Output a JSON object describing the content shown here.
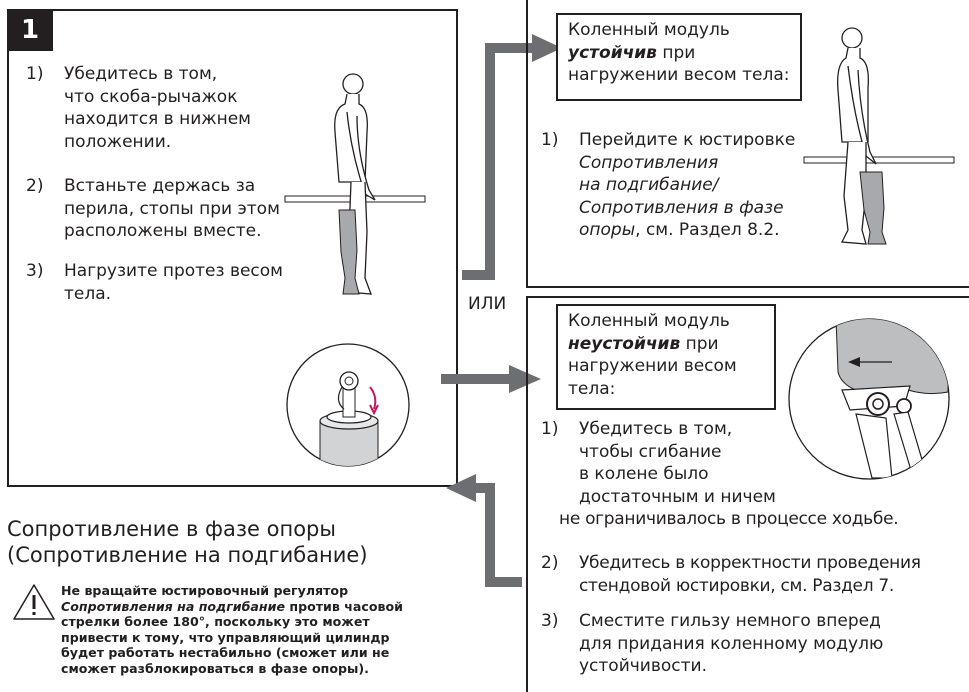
{
  "step_number": "1",
  "left_steps": [
    {
      "num": "1)",
      "lines": [
        "Убедитесь в том,",
        "что скоба-рычажок",
        "находится в нижнем",
        "положении."
      ]
    },
    {
      "num": "2)",
      "lines": [
        "Встаньте держась за",
        "перила, стопы при этом",
        "расположены вместе."
      ]
    },
    {
      "num": "3)",
      "lines": [
        "Нагрузите протез весом",
        "тела."
      ]
    }
  ],
  "stable_box": {
    "line1": "Коленный модуль",
    "bold": "устойчив",
    "line2_rest": " при",
    "line3": "нагружении весом тела:"
  },
  "stable_step": {
    "num": "1)",
    "line1": "Перейдите к юстировке",
    "line2_italic": "Сопротивления",
    "line3_italic": "на подгибание/",
    "line4_italic": "Сопротивления в фазе",
    "line5_italic": "опоры",
    "line5_rest": ", см. Раздел 8.2."
  },
  "or_label": "ИЛИ",
  "unstable_box": {
    "line1": "Коленный модуль",
    "bold": "неустойчив",
    "line2_rest": " при",
    "line3": "нагружении весом",
    "line4": "тела:"
  },
  "unstable_steps": [
    {
      "num": "1)",
      "lines": [
        "Убедитесь в том,",
        "чтобы сгибание",
        "в колене было",
        "достаточным и ничем",
        "не ограничивалось в процессе ходьбе."
      ]
    },
    {
      "num": "2)",
      "lines": [
        "Убедитесь в корректности проведения",
        "стендовой юстировки, см. Раздел 7."
      ]
    },
    {
      "num": "3)",
      "lines": [
        "Сместите гильзу немного вперед",
        "для придания коленному модулю",
        "устойчивости."
      ]
    }
  ],
  "heading": {
    "line1": "Сопротивление в фазе опоры",
    "line2": "(Сопротивление на подгибание)"
  },
  "warning": {
    "line1": "Не вращайте юстировочный регулятор",
    "line2_italic": "Сопротивления на подгибание",
    "line2_rest": " против часовой",
    "line3": "стрелки более 180°, поскольку это может",
    "line4": "привести к тому, что управляющий цилиндр",
    "line5": "будет работать нестабильно (сможет или не",
    "line6": "сможет разблокироваться в фазе опоры)."
  },
  "colors": {
    "ink": "#231f20",
    "arrow": "#6d6e71",
    "prosthesis": "#a7a9ac",
    "accent": "#c2185b"
  },
  "icons": [
    "warning-triangle-icon",
    "arrow-right-icon",
    "arrow-left-icon"
  ]
}
